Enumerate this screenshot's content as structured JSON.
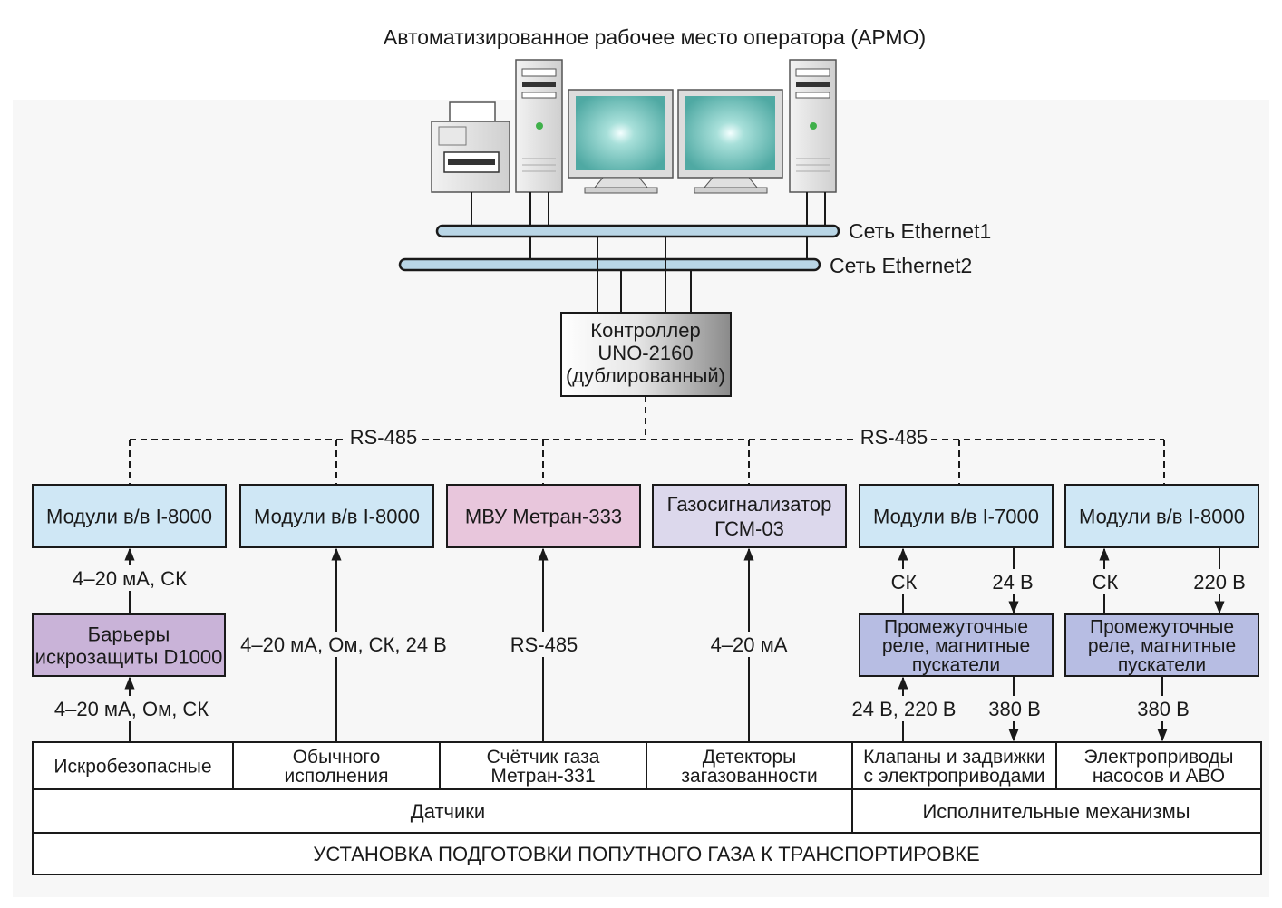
{
  "title": "Автоматизированное рабочее место оператора (АРМО)",
  "networks": {
    "eth1": "Сеть Ethernet1",
    "eth2": "Сеть Ethernet2"
  },
  "controller": {
    "line1": "Контроллер",
    "line2": "UNO-2160",
    "line3": "(дублированный)"
  },
  "bus": {
    "left_label": "RS-485",
    "right_label": "RS-485"
  },
  "modules": [
    {
      "lines": [
        "Модули в/в I-8000"
      ]
    },
    {
      "lines": [
        "Модули в/в I-8000"
      ]
    },
    {
      "lines": [
        "МВУ Метран-333"
      ]
    },
    {
      "lines": [
        "Газосигнализатор",
        "ГСМ-03"
      ]
    },
    {
      "lines": [
        "Модули в/в I-7000"
      ]
    },
    {
      "lines": [
        "Модули в/в I-8000"
      ]
    }
  ],
  "barrier": {
    "lines": [
      "Барьеры",
      "искрозащиты D1000"
    ]
  },
  "relay_a": {
    "lines": [
      "Промежуточные",
      "реле, магнитные",
      "пускатели"
    ]
  },
  "relay_b": {
    "lines": [
      "Промежуточные",
      "реле, магнитные",
      "пускатели"
    ]
  },
  "signal_labels": {
    "barrier_up": "4–20 мА, СК",
    "barrier_in": "4–20 мА, Ом, СК",
    "col2": "4–20 мА, Ом, СК, 24 В",
    "col3": "RS-485",
    "col4": "4–20 мА",
    "col5_ck": "СК",
    "col5_24v": "24 В",
    "col5_in": "24 В, 220 В",
    "col5_380": "380 В",
    "col6_ck": "СК",
    "col6_220": "220 В",
    "col6_380": "380 В"
  },
  "field_devices": [
    {
      "lines": [
        "Искробезопасные"
      ]
    },
    {
      "lines": [
        "Обычного",
        "исполнения"
      ]
    },
    {
      "lines": [
        "Счётчик газа",
        "Метран-331"
      ]
    },
    {
      "lines": [
        "Детекторы",
        "загазованности"
      ]
    },
    {
      "lines": [
        "Клапаны и задвижки",
        "с электроприводами"
      ]
    },
    {
      "lines": [
        "Электроприводы",
        "насосов и АВО"
      ]
    }
  ],
  "groups": {
    "sensors": "Датчики",
    "actuators": "Исполнительные механизмы"
  },
  "plant": "УСТАНОВКА ПОДГОТОВКИ ПОПУТНОГО ГАЗА К ТРАНСПОРТИРОВКЕ",
  "colors": {
    "module_blue": "#cfe7f5",
    "meter_pink": "#e8c6dc",
    "gas_lavender": "#dcd8ec",
    "barrier_purple": "#c9b3d8",
    "relay_blue": "#b7bde3",
    "ethernet": "#b9d6e6",
    "screen": "#5fb8b2"
  }
}
